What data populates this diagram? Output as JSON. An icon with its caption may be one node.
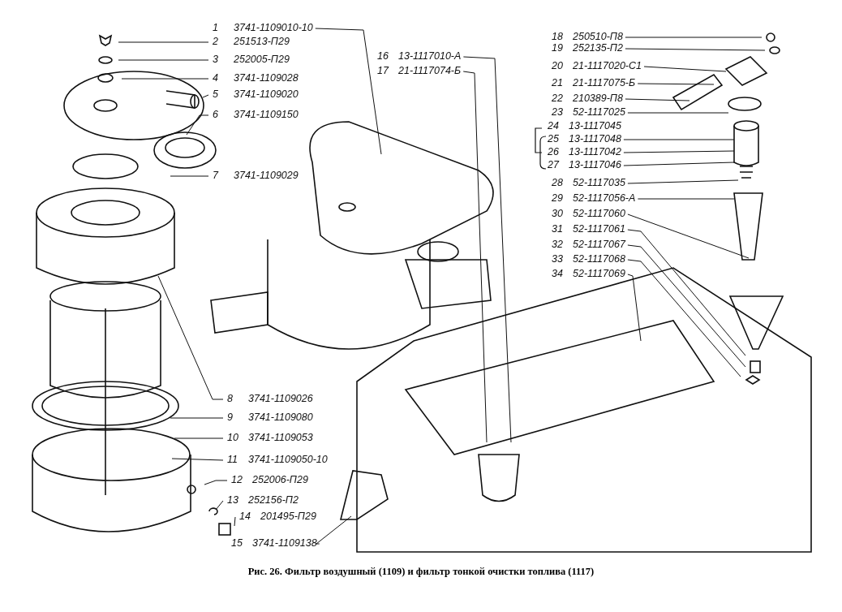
{
  "diagram": {
    "caption": "Рис. 26. Фильтр воздушный (1109) и фильтр тонкой очистки топлива (1117)",
    "nodes": [
      {
        "text": [
          "1",
          "3741-1109010-10"
        ]
      },
      {
        "text": [
          "2",
          "251513-П29"
        ]
      },
      {
        "text": [
          "3",
          "252005-П29"
        ]
      },
      {
        "text": [
          "4",
          "3741-1109028"
        ]
      },
      {
        "text": [
          "5",
          "3741-1109020"
        ]
      },
      {
        "text": [
          "6",
          "3741-1109150"
        ]
      },
      {
        "text": [
          "7",
          "3741-1109029"
        ]
      },
      {
        "text": [
          "8",
          "3741-1109026"
        ]
      },
      {
        "text": [
          "9",
          "3741-1109080"
        ]
      },
      {
        "text": [
          "10",
          "3741-1109053"
        ]
      },
      {
        "text": [
          "11",
          "3741-1109050-10"
        ]
      },
      {
        "text": [
          "12",
          "252006-П29"
        ]
      },
      {
        "text": [
          "13",
          "252156-П2"
        ]
      },
      {
        "text": [
          "14",
          "201495-П29"
        ]
      },
      {
        "text": [
          "15",
          "3741-1109138"
        ]
      },
      {
        "text": [
          "16",
          "13-1117010-А"
        ]
      },
      {
        "text": [
          "17",
          "21-1117074-Б"
        ]
      },
      {
        "text": [
          "18",
          "250510-П8"
        ]
      },
      {
        "text": [
          "19",
          "252135-П2"
        ]
      },
      {
        "text": [
          "20",
          "21-1117020-С1"
        ]
      },
      {
        "text": [
          "21",
          "21-1117075-Б"
        ]
      },
      {
        "text": [
          "22",
          "210389-П8"
        ]
      },
      {
        "text": [
          "23",
          "52-1117025"
        ]
      },
      {
        "text": [
          "24",
          "13-1117045"
        ]
      },
      {
        "text": [
          "25",
          "13-1117048"
        ]
      },
      {
        "text": [
          "26",
          "13-1117042"
        ]
      },
      {
        "text": [
          "27",
          "13-1117046"
        ]
      },
      {
        "text": [
          "28",
          "52-1117035"
        ]
      },
      {
        "text": [
          "29",
          "52-1117056-А"
        ]
      },
      {
        "text": [
          "30",
          "52-1117060"
        ]
      },
      {
        "text": [
          "31",
          "52-1117061"
        ]
      },
      {
        "text": [
          "32",
          "52-1117067"
        ]
      },
      {
        "text": [
          "33",
          "52-1117068"
        ]
      },
      {
        "text": [
          "34",
          "52-1117069"
        ]
      }
    ],
    "edges": [
      {
        "from": 0,
        "to": null,
        "arrow": "none"
      },
      {
        "from": 1,
        "to": null,
        "arrow": "none"
      },
      {
        "from": 2,
        "to": null,
        "arrow": "none"
      },
      {
        "from": 3,
        "to": null,
        "arrow": "none"
      },
      {
        "from": 4,
        "to": null,
        "arrow": "none"
      },
      {
        "from": 5,
        "to": null,
        "arrow": "none"
      },
      {
        "from": 6,
        "to": null,
        "arrow": "none"
      },
      {
        "from": 7,
        "to": null,
        "arrow": "none"
      },
      {
        "from": 8,
        "to": null,
        "arrow": "none"
      },
      {
        "from": 9,
        "to": null,
        "arrow": "none"
      },
      {
        "from": 10,
        "to": null,
        "arrow": "none"
      },
      {
        "from": 11,
        "to": null,
        "arrow": "none"
      },
      {
        "from": 12,
        "to": null,
        "arrow": "none"
      },
      {
        "from": 13,
        "to": null,
        "arrow": "none"
      },
      {
        "from": 14,
        "to": null,
        "arrow": "none"
      },
      {
        "from": 15,
        "to": null,
        "arrow": "none"
      },
      {
        "from": 16,
        "to": null,
        "arrow": "none"
      },
      {
        "from": 17,
        "to": null,
        "arrow": "none"
      },
      {
        "from": 18,
        "to": null,
        "arrow": "none"
      },
      {
        "from": 19,
        "to": null,
        "arrow": "none"
      },
      {
        "from": 20,
        "to": null,
        "arrow": "none"
      },
      {
        "from": 21,
        "to": null,
        "arrow": "none"
      },
      {
        "from": 22,
        "to": null,
        "arrow": "none"
      },
      {
        "from": 24,
        "to": null,
        "arrow": "none"
      },
      {
        "from": 25,
        "to": null,
        "arrow": "none"
      },
      {
        "from": 26,
        "to": null,
        "arrow": "none"
      },
      {
        "from": 27,
        "to": null,
        "arrow": "none"
      },
      {
        "from": 28,
        "to": null,
        "arrow": "none"
      },
      {
        "from": 29,
        "to": null,
        "arrow": "none"
      },
      {
        "from": 30,
        "to": null,
        "arrow": "none"
      },
      {
        "from": 31,
        "to": null,
        "arrow": "none"
      },
      {
        "from": 32,
        "to": null,
        "arrow": "none"
      },
      {
        "from": 33,
        "to": null,
        "arrow": "none"
      }
    ]
  }
}
